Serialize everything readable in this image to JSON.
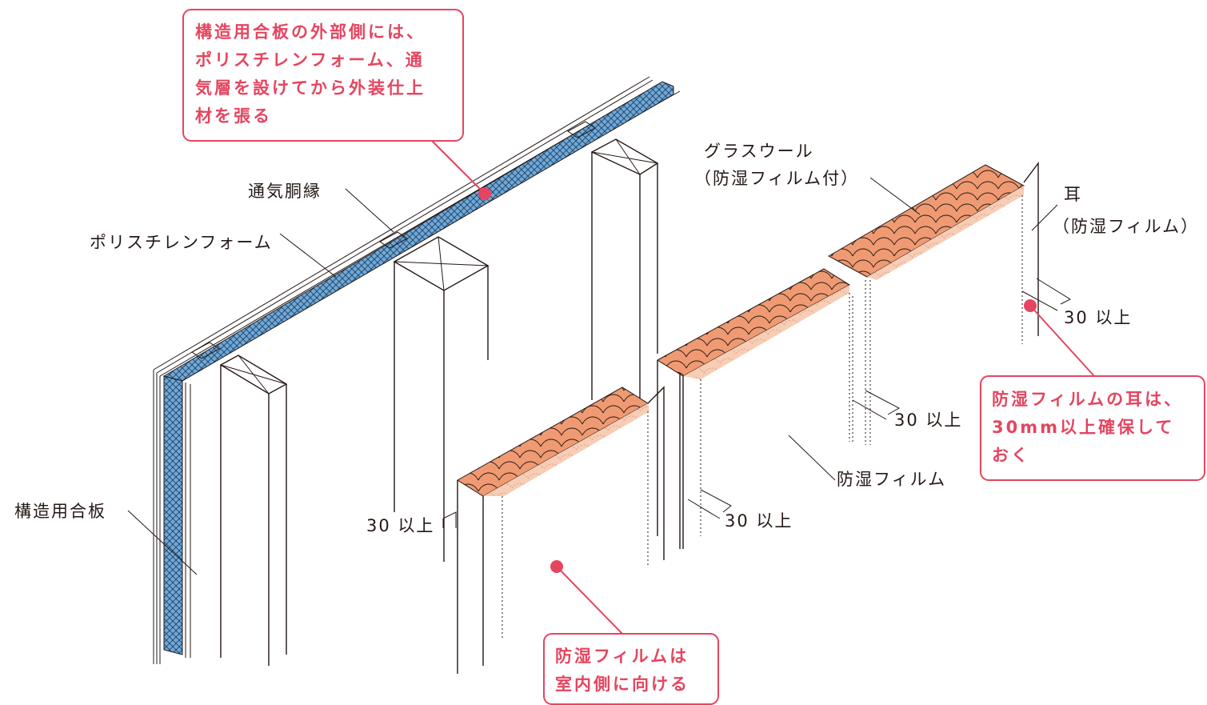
{
  "labels": {
    "vent_batten": "通気胴縁",
    "polystyrene": "ポリスチレンフォーム",
    "structural_plywood": "構造用合板",
    "glass_wool_1": "グラスウール",
    "glass_wool_2": "（防湿フィルム付）",
    "ear_1": "耳",
    "ear_2": "（防湿フィルム）",
    "vapor_film": "防湿フィルム",
    "dim_a": "30 以上",
    "dim_b": "30 以上",
    "dim_c": "30 以上",
    "dim_d": "30 以上"
  },
  "callouts": {
    "top": [
      "構造用合板の外部側には、",
      "ポリスチレンフォーム、通",
      "気層を設けてから外装仕上",
      "材を張る"
    ],
    "right": [
      "防湿フィルムの耳は、",
      "30mm以上確保して",
      "おく"
    ],
    "bottom": [
      "防湿フィルムは",
      "室内側に向ける"
    ]
  },
  "colors": {
    "accent": "#e5455f",
    "insulation_blue": "#6fa8d8",
    "glass_wool": "#ef9a72",
    "glass_wool_light": "#f8cdb5"
  }
}
